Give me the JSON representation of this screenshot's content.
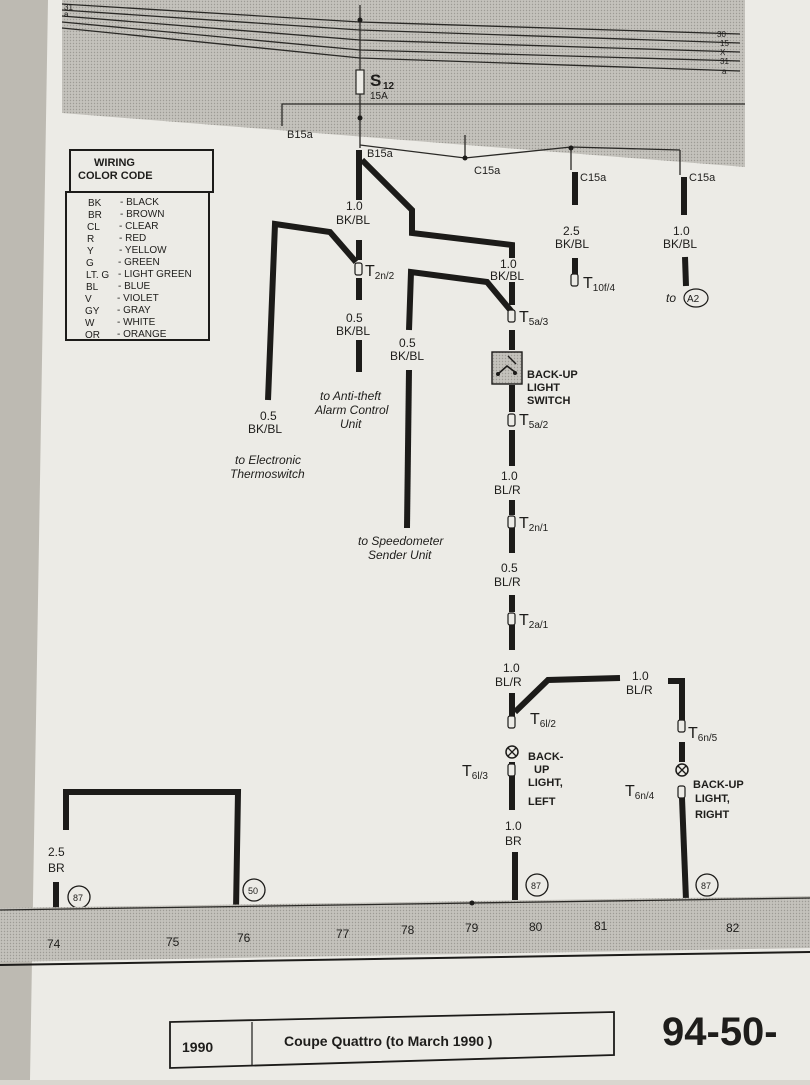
{
  "bus_labels": [
    "30",
    "15",
    "X",
    "31",
    "a"
  ],
  "bus_top_left": [
    "31",
    "a"
  ],
  "fuse": {
    "main": "S",
    "sub": "12",
    "rating": "15A"
  },
  "connector_labels": {
    "b15a_left": "B15a",
    "b15a_mid": "B15a",
    "c15a_1": "C15a",
    "c15a_2": "C15a",
    "c15a_3": "C15a"
  },
  "color_code": {
    "title_line1": "WIRING",
    "title_line2": "COLOR CODE",
    "rows": [
      {
        "code": "BK",
        "name": "- BLACK"
      },
      {
        "code": "BR",
        "name": "- BROWN"
      },
      {
        "code": "CL",
        "name": "- CLEAR"
      },
      {
        "code": "R",
        "name": "- RED"
      },
      {
        "code": "Y",
        "name": "- YELLOW"
      },
      {
        "code": "G",
        "name": "- GREEN"
      },
      {
        "code": "LT. G",
        "name": "- LIGHT GREEN"
      },
      {
        "code": "BL",
        "name": "- BLUE"
      },
      {
        "code": "V",
        "name": "- VIOLET"
      },
      {
        "code": "GY",
        "name": "- GRAY"
      },
      {
        "code": "W",
        "name": "- WHITE"
      },
      {
        "code": "OR",
        "name": "- ORANGE"
      }
    ]
  },
  "wire_labels": {
    "w1": {
      "size": "1.0",
      "color": "BK/BL"
    },
    "w2": {
      "size": "0.5",
      "color": "BK/BL"
    },
    "w3": {
      "size": "0.5",
      "color": "BK/BL"
    },
    "w4": {
      "size": "0.5",
      "color": "BK/BL"
    },
    "w5": {
      "size": "1.0",
      "color": "BK/BL"
    },
    "w6": {
      "size": "2.5",
      "color": "BK/BL"
    },
    "w7": {
      "size": "1.0",
      "color": "BK/BL"
    },
    "w8": {
      "size": "1.0",
      "color": "BL/R"
    },
    "w9": {
      "size": "0.5",
      "color": "BL/R"
    },
    "w10": {
      "size": "1.0",
      "color": "BL/R"
    },
    "w11": {
      "size": "1.0",
      "color": "BL/R"
    },
    "w12": {
      "size": "1.0",
      "color": "BR"
    },
    "w13": {
      "size": "2.5",
      "color": "BR"
    }
  },
  "terminals": {
    "t2n2": {
      "letter": "T",
      "sub": "2n/2"
    },
    "t10f4": {
      "letter": "T",
      "sub": "10f/4"
    },
    "t5a3": {
      "letter": "T",
      "sub": "5a/3"
    },
    "t5a2": {
      "letter": "T",
      "sub": "5a/2"
    },
    "t2n1": {
      "letter": "T",
      "sub": "2n/1"
    },
    "t2a1": {
      "letter": "T",
      "sub": "2a/1"
    },
    "t6l2": {
      "letter": "T",
      "sub": "6l/2"
    },
    "t6l3": {
      "letter": "T",
      "sub": "6l/3"
    },
    "t6n5": {
      "letter": "T",
      "sub": "6n/5"
    },
    "t6n4": {
      "letter": "T",
      "sub": "6n/4"
    }
  },
  "destinations": {
    "a2": {
      "prefix": "to",
      "ref": "A2"
    },
    "anti_theft": [
      "to Anti-theft",
      "Alarm Control",
      "Unit"
    ],
    "thermoswitch": [
      "to Electronic",
      "Thermoswitch"
    ],
    "speedometer": [
      "to Speedometer",
      "Sender Unit"
    ]
  },
  "components": {
    "backup_switch": [
      "BACK-UP",
      "LIGHT",
      "SWITCH"
    ],
    "backup_left": [
      "BACK-",
      "UP",
      "LIGHT,",
      "LEFT"
    ],
    "backup_right": [
      "BACK-UP",
      "LIGHT,",
      "RIGHT"
    ]
  },
  "ground_refs": {
    "g1": "87",
    "g2": "50",
    "g3": "87",
    "g4": "87"
  },
  "track_numbers": [
    "74",
    "75",
    "76",
    "77",
    "78",
    "79",
    "80",
    "81",
    "82"
  ],
  "footer": {
    "year": "1990",
    "model": "Coupe Quattro (to March 1990 )",
    "page": "94-50-"
  },
  "colors": {
    "paper": "#ecebe6",
    "wire": "#1c1b19",
    "band": "#b9b7b1"
  }
}
